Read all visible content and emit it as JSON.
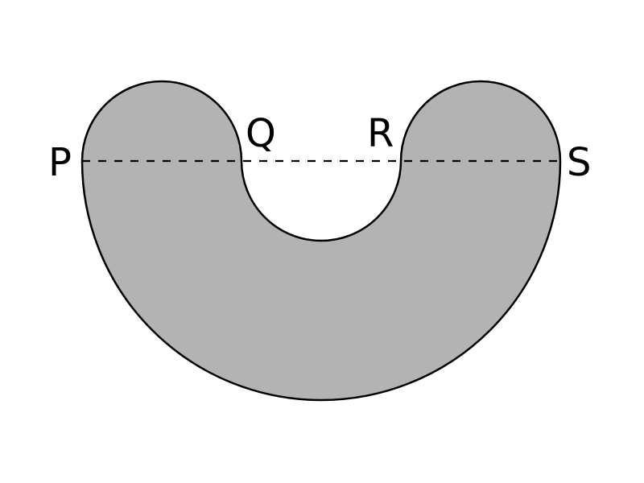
{
  "figure": {
    "fill_color": "#b3b3b3",
    "stroke_color": "#000000",
    "background": "#ffffff",
    "points": [
      {
        "id": "P",
        "label": "P"
      },
      {
        "id": "Q",
        "label": "Q"
      },
      {
        "id": "R",
        "label": "R"
      },
      {
        "id": "S",
        "label": "S"
      }
    ],
    "segment": {
      "from": "P",
      "to": "S",
      "style": "dashed"
    }
  }
}
